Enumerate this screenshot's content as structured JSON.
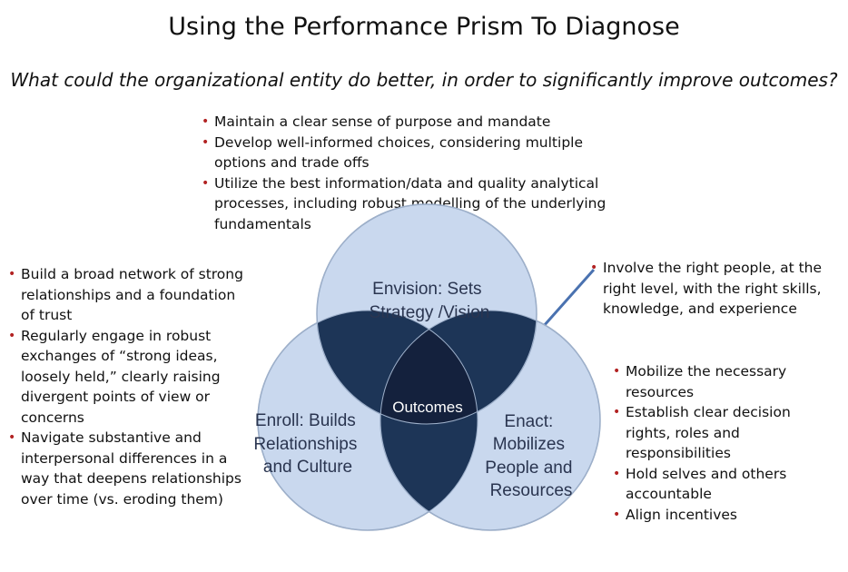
{
  "title": "Using the Performance Prism To Diagnose",
  "subtitle": "What could the organizational entity do better, in order to significantly improve outcomes?",
  "colors": {
    "circle_fill": "#c9d8ee",
    "circle_stroke": "#8fa3bf",
    "overlap_fill": "#1d3557",
    "center_fill": "#14213d",
    "connector": "#4a72b0",
    "bullet": "#b22222"
  },
  "circles": {
    "envision": {
      "lines": [
        "Envision: Sets",
        "Strategy /Vision"
      ]
    },
    "enroll": {
      "lines": [
        "Enroll: Builds",
        "Relationships",
        "and Culture"
      ]
    },
    "enact": {
      "lines": [
        "Enact:",
        "Mobilizes",
        "People and",
        "Resources"
      ]
    },
    "center": {
      "label": "Outcomes"
    }
  },
  "bullets_top": [
    "Maintain a clear sense of purpose and mandate",
    "Develop well-informed choices, considering multiple options and trade offs",
    "Utilize the best information/data and quality analytical processes, including robust modelling of the underlying fundamentals"
  ],
  "bullets_left": [
    "Build a broad network of strong relationships and a foundation of trust",
    "Regularly engage in robust exchanges of “strong ideas, loosely held,” clearly raising divergent points of view or concerns",
    "Navigate substantive and interpersonal differences in a way that deepens relationships over time (vs. eroding them)"
  ],
  "bullets_right_top": [
    "Involve the right people, at the right level, with the right skills, knowledge, and experience"
  ],
  "bullets_right_bottom": [
    "Mobilize the necessary resources",
    "Establish clear decision rights, roles and responsibilities",
    "Hold selves and others accountable",
    "Align incentives"
  ]
}
